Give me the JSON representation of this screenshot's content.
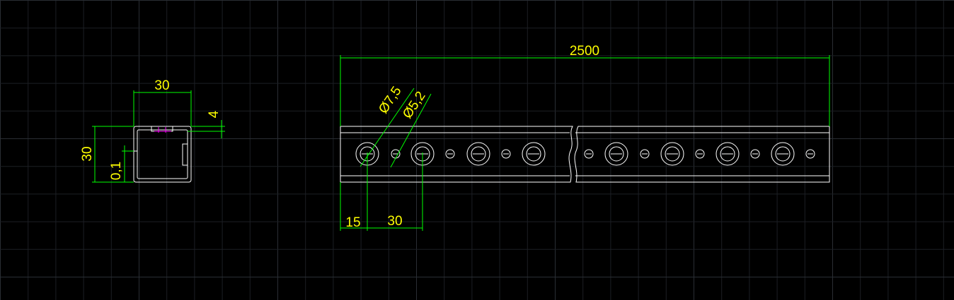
{
  "colors": {
    "background": "#000000",
    "grid_minor": "#1c1f24",
    "grid_major": "#2a2e34",
    "part_outline": "#ffffff",
    "dimension_line": "#00ff00",
    "dimension_text": "#ffff00",
    "centerline": "#ff00ff"
  },
  "section_view": {
    "width_label": "30",
    "height_label": "30",
    "wall_label": "4",
    "gap_label": "0,1"
  },
  "side_view": {
    "length_label": "2500",
    "big_hole_label": "Ø7,5",
    "small_hole_label": "Ø5,2",
    "first_offset_label": "15",
    "pitch_label": "30"
  }
}
